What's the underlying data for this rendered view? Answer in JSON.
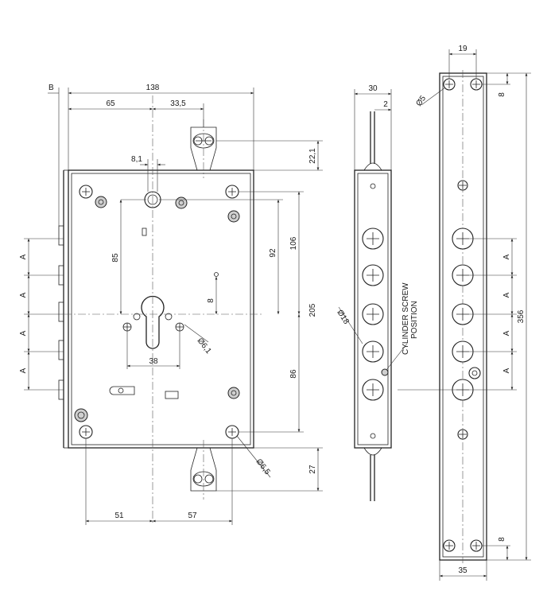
{
  "front_view": {
    "dims": {
      "b": "B",
      "w138": "138",
      "w65": "65",
      "w33_5": "33,5",
      "w8_1": "8,1",
      "h22_1": "22,1",
      "h85": "85",
      "h92": "92",
      "h106": "106",
      "h8": "8",
      "h205": "205",
      "h86": "86",
      "h27": "27",
      "w38": "38",
      "d6_1": "Ø6,1",
      "d6_5": "Ø6,5",
      "w51": "51",
      "w57": "57"
    },
    "a_labels": [
      "A",
      "A",
      "A",
      "A"
    ]
  },
  "side_view": {
    "dims": {
      "w30": "30",
      "w2": "2",
      "d18": "Ø18"
    },
    "cylinder_note_line1": "CYLINDER SCREW",
    "cylinder_note_line2": "POSITION"
  },
  "faceplate_view": {
    "dims": {
      "w19": "19",
      "d5": "Ø5",
      "top8": "8",
      "h356": "356",
      "bottom8": "8",
      "w35": "35"
    },
    "a_labels": [
      "A",
      "A",
      "A",
      "A"
    ]
  }
}
